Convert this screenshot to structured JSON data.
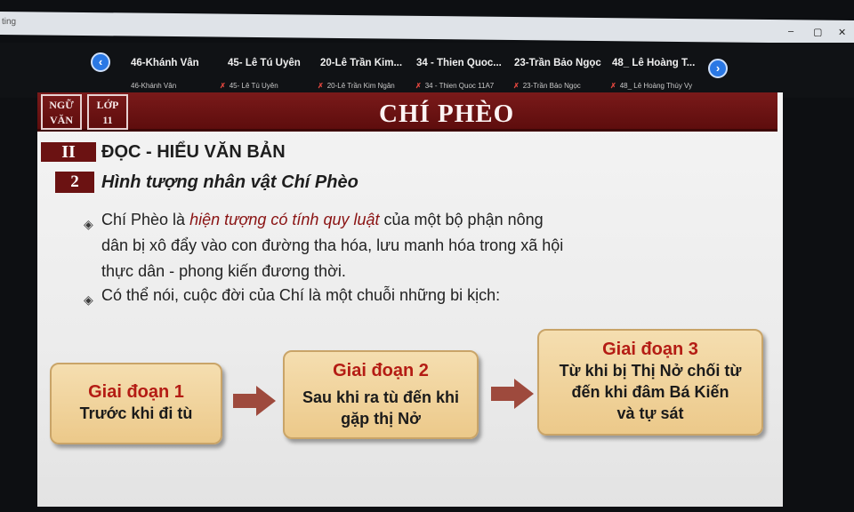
{
  "window": {
    "app_title": "ting",
    "controls": {
      "minimize": "–",
      "maximize": "▢",
      "close": "✕"
    }
  },
  "participants": {
    "prev_icon": "chevron-left-icon",
    "next_icon": "chevron-right-icon",
    "tiles": [
      {
        "name": "46-Khánh Vân",
        "sub": "46-Khánh Vân",
        "sub_muted": false
      },
      {
        "name": "45- Lê Tú Uyên",
        "sub": "45- Lê Tú Uyên",
        "sub_muted": true
      },
      {
        "name": "20-Lê Trần Kim...",
        "sub": "20-Lê Trần Kim Ngân",
        "sub_muted": true
      },
      {
        "name": "34 - Thien Quoc...",
        "sub": "34 - Thien Quoc 11A7",
        "sub_muted": true
      },
      {
        "name": "23-Trần Bảo Ngọc",
        "sub": "23-Trần Bảo Ngọc",
        "sub_muted": true
      },
      {
        "name": "48_ Lê Hoàng T...",
        "sub": "48_ Lê Hoàng Thúy Vy",
        "sub_muted": true
      }
    ]
  },
  "slide": {
    "subject_tag": [
      "NGỮ",
      "VĂN"
    ],
    "grade_tag": [
      "LỚP",
      "11"
    ],
    "title": "CHÍ PHÈO",
    "section": {
      "number": "II",
      "title": "ĐỌC - HIỂU VĂN BẢN"
    },
    "subsection": {
      "number": "2",
      "title": "Hình tượng nhân vật Chí Phèo"
    },
    "bullet1": {
      "before": "Chí Phèo là ",
      "emphasis": "hiện tượng có tính quy luật",
      "after_line1": " của một bộ phận nông",
      "line2": "dân bị xô đẩy vào con đường tha hóa, lưu manh hóa trong xã hội",
      "line3": "thực dân - phong kiến đương thời."
    },
    "bullet2": "Có thể nói, cuộc đời của Chí là một chuỗi những bi kịch:",
    "stages": [
      {
        "title": "Giai đoạn 1",
        "desc_lines": [
          "Trước khi đi tù"
        ]
      },
      {
        "title": "Giai đoạn 2",
        "desc_lines": [
          "Sau khi ra tù đến khi",
          "gặp thị Nở"
        ]
      },
      {
        "title": "Giai đoạn 3",
        "desc_lines": [
          "Từ khi bị Thị Nở chối từ",
          "đến khi đâm Bá Kiến",
          "và tự sát"
        ]
      }
    ]
  }
}
